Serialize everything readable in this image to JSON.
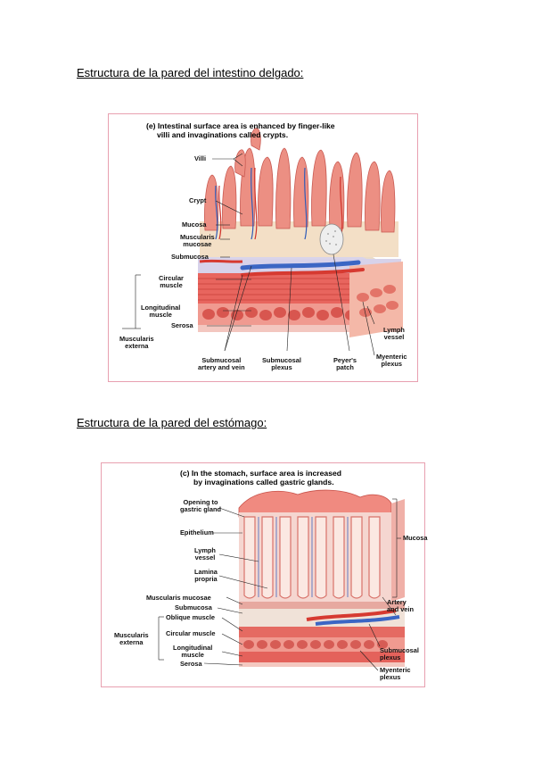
{
  "headings": {
    "intestine": "Estructura de la pared del intestino delgado:",
    "stomach": "Estructura de la pared del estómago:"
  },
  "figure_e": {
    "title_line1": "(e) Intestinal surface area is enhanced by finger-like",
    "title_line2": "villi and invaginations called crypts.",
    "labels": {
      "villi": "Villi",
      "crypt": "Crypt",
      "mucosa": "Mucosa",
      "muscularis_mucosae_1": "Muscularis",
      "muscularis_mucosae_2": "mucosae",
      "submucosa": "Submucosa",
      "circular_1": "Circular",
      "circular_2": "muscle",
      "longitudinal_1": "Longitudinal",
      "longitudinal_2": "muscle",
      "serosa": "Serosa",
      "muscularis_externa_1": "Muscularis",
      "muscularis_externa_2": "externa",
      "sub_artery_1": "Submucosal",
      "sub_artery_2": "artery and vein",
      "sub_plexus_1": "Submucosal",
      "sub_plexus_2": "plexus",
      "peyers_1": "Peyer's",
      "peyers_2": "patch",
      "lymph_1": "Lymph",
      "lymph_2": "vessel",
      "myenteric_1": "Myenteric",
      "myenteric_2": "plexus"
    }
  },
  "figure_c": {
    "title_line1": "(c) In the stomach, surface area is increased",
    "title_line2": "by invaginations called gastric glands.",
    "labels": {
      "opening_1": "Opening to",
      "opening_2": "gastric gland",
      "epithelium": "Epithelium",
      "lymph_1": "Lymph",
      "lymph_2": "vessel",
      "lamina_1": "Lamina",
      "lamina_2": "propria",
      "muscularis_mucosae": "Muscularis mucosae",
      "submucosa": "Submucosa",
      "oblique": "Oblique muscle",
      "circular": "Circular muscle",
      "longitudinal_1": "Longitudinal",
      "longitudinal_2": "muscle",
      "serosa": "Serosa",
      "muscularis_externa_1": "Muscularis",
      "muscularis_externa_2": "externa",
      "mucosa": "Mucosa",
      "artery_1": "Artery",
      "artery_2": "and vein",
      "sub_plexus_1": "Submucosal",
      "sub_plexus_2": "plexus",
      "myenteric_1": "Myenteric",
      "myenteric_2": "plexus"
    }
  }
}
